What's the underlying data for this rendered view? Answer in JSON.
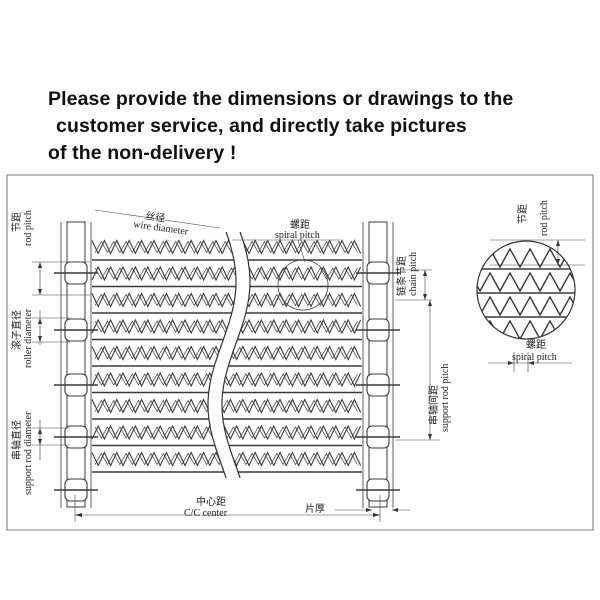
{
  "notice": {
    "line1": "Please provide the dimensions or drawings to the",
    "line2": "customer service, and directly take pictures",
    "line3": "of the non-delivery !"
  },
  "labels": {
    "wire_diameter_cn": "丝径",
    "wire_diameter_en": "wire diameter",
    "spiral_pitch_cn": "螺距",
    "spiral_pitch_en": "spiral pitch",
    "rod_pitch_cn": "节距",
    "rod_pitch_en": "rod pitch",
    "roller_diameter_cn": "滚子直径",
    "roller_diameter_en": "roller diameter",
    "support_rod_diameter_cn": "串轴直径",
    "support_rod_diameter_en": "support rod diameter",
    "chain_pitch_cn": "链条节距",
    "chain_pitch_en": "chain pitch",
    "support_rod_pitch_cn": "串轴间距",
    "support_rod_pitch_en": "support rod pitch",
    "cc_center_cn": "中心距",
    "cc_center_en": "C/C center",
    "thickness_cn": "片厚",
    "detail_rod_pitch_cn": "节距",
    "detail_rod_pitch_en": "rod pitch",
    "detail_spiral_pitch_cn": "螺距",
    "detail_spiral_pitch_en": "spiral pitch"
  },
  "colors": {
    "line": "#3a3a3a",
    "text": "#111111"
  }
}
